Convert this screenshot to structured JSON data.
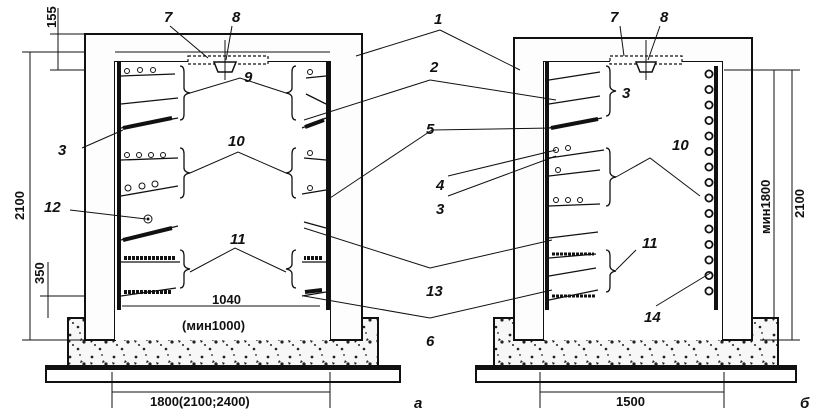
{
  "figure": {
    "left_view_label": "а",
    "right_view_label": "б",
    "callouts": [
      "1",
      "2",
      "3",
      "4",
      "5",
      "6",
      "7",
      "8",
      "9",
      "10",
      "11",
      "12",
      "13",
      "14",
      "3",
      "3",
      "7",
      "8",
      "10",
      "11"
    ],
    "dimensions": {
      "top_offset": "155",
      "height_left": "2100",
      "height_right": "2100",
      "bottom_offset": "350",
      "inner_width": "1040",
      "inner_width_min": "(мин1000)",
      "outer_width_left": "1800(2100;2400)",
      "outer_width_right": "1500",
      "min_height_right": "мин1800"
    }
  }
}
